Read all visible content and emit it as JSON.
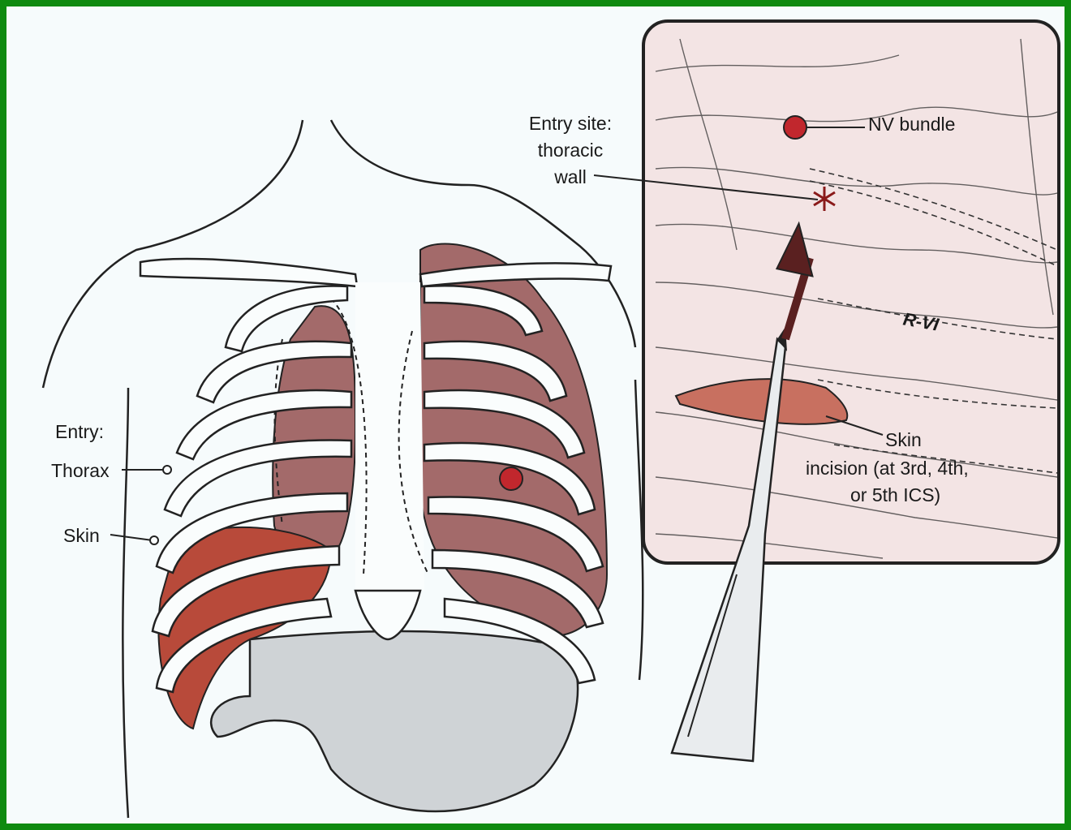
{
  "figure": {
    "colors": {
      "border": "#0f8a0f",
      "background": "#f6fbfc",
      "lung": "#a36a6a",
      "heart": "#b84a3a",
      "abdomen": "#cfd3d6",
      "inset_bg": "#f3e4e4",
      "nv_bundle": "#c1272d",
      "incision": "#c87060"
    },
    "labels": {
      "entry": "Entry:",
      "thorax": "Thorax",
      "skin": "Skin",
      "entry_site_1": "Entry site:",
      "entry_site_2": "thoracic",
      "entry_site_3": "wall",
      "nv_bundle": "NV bundle",
      "rib": "R-VI",
      "skin_incision_1": "Skin",
      "skin_incision_2": "incision (at 3rd, 4th,",
      "skin_incision_3": "or 5th ICS)"
    },
    "icons": [
      "entry-arrow-icon",
      "asterisk-entry-icon",
      "nv-bundle-dot-icon",
      "scalpel-icon"
    ]
  }
}
